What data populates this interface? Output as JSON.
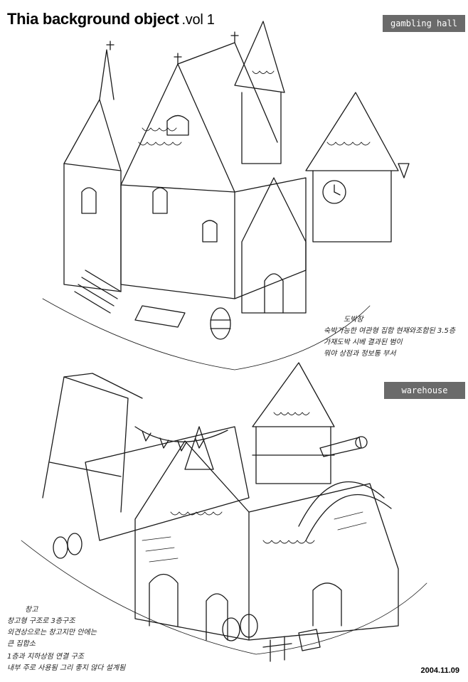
{
  "header": {
    "title": "Thia background object",
    "volume": ".vol 1"
  },
  "sections": [
    {
      "label": "gambling hall"
    },
    {
      "label": "warehouse"
    }
  ],
  "footer": {
    "date": "2004.11.09"
  },
  "notes": {
    "top_right_heading": "도박장",
    "top_right_line1": "숙박가능한 여관형 집합  현재와조합된 3.5층",
    "top_right_line2": "가재도박 시베 결과된 범이",
    "top_right_line3": "뭐야 상점과 정보통 부서",
    "bottom_left_heading": "창고",
    "bottom_left_line1": "창고형 구조로 3층구조",
    "bottom_left_line2": "외견상으로는 창고지만 안에는",
    "bottom_left_line3": "큰 집합소",
    "bottom_left_line4": "1층과 지하상점 연결 구조",
    "bottom_left_line5": "내부 주로 사용됨  그리 좋지 않다 설계됨"
  },
  "colors": {
    "ink": "#1a1a1a",
    "label_bg": "#6a6a6a",
    "paper": "#ffffff"
  }
}
